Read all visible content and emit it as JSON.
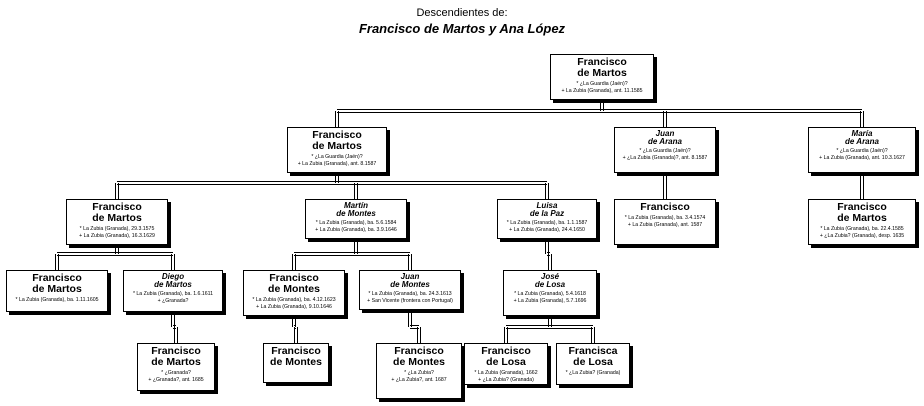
{
  "title": {
    "line1": "Descendientes de:",
    "line2": "Francisco de Martos y Ana López"
  },
  "people": {
    "p1": {
      "n1": "Francisco",
      "n2": "de Martos",
      "d1": "* ¿La Guardia (Jaén)?",
      "d2": "+ La Zubia (Granada),  ant. 11.1585"
    },
    "p2": {
      "n1": "Francisco",
      "n2": "de Martos",
      "d1": "* ¿La Guardia (Jaén)?",
      "d2": "+ La Zubia (Granada),  ant. 8.1587"
    },
    "p3": {
      "n1": "Juan",
      "n2": "de Arana",
      "d1": "* ¿La Guardia (Jaén)?",
      "d2": "+ ¿La Zubia (Granada)?,  ant. 8.1587"
    },
    "p4": {
      "n1": "María",
      "n2": "de Arana",
      "d1": "* ¿La Guardia (Jaén)?",
      "d2": "+ La Zubia (Granada),  ant. 10.3.1627"
    },
    "p5": {
      "n1": "Francisco",
      "n2": "de Martos",
      "d1": "* La Zubia (Granada),   29.3.1575",
      "d2": "+ La Zubia (Granada),   16.3.1629"
    },
    "p6": {
      "n1": "Martín",
      "n2": "de Montes",
      "d1": "* La Zubia (Granada),   ba. 5.6.1584",
      "d2": "+ La Zubia (Granada),   ba. 3.9.1646"
    },
    "p7": {
      "n1": "Luisa",
      "n2": "de la Paz",
      "d1": "* La Zubia (Granada),   ba. 1.1.1587",
      "d2": "+ La Zubia (Granada),   24.4.1650"
    },
    "p8": {
      "n1": "Francisco",
      "n2": "",
      "d1": "* La Zubia (Granada),   ba. 3.4.1574",
      "d2": "+ La Zubia (Granada),   ant. 1587"
    },
    "p9": {
      "n1": "Francisco",
      "n2": "de Martos",
      "d1": "* La Zubia (Granada),   ba. 22.4.1585",
      "d2": "+ ¿La Zubia? (Granada),   desp. 1635"
    },
    "p10": {
      "n1": "Francisco",
      "n2": "de Martos",
      "d1": "* La Zubia (Granada),   ba. 1.11.1605",
      "d2": ""
    },
    "p11": {
      "n1": "Diego",
      "n2": "de Martos",
      "d1": "* La Zubia (Granada),   ba. 1.6.1611",
      "d2": "+ ¿Granada?"
    },
    "p12": {
      "n1": "Francisco",
      "n2": "de Montes",
      "d1": "* La Zubia (Granada),   ba. 4.12.1623",
      "d2": "+ La Zubia (Granada),   9.10.1646"
    },
    "p13": {
      "n1": "Juan",
      "n2": "de Montes",
      "d1": "* La Zubia (Granada),   ba. 24.3.1613",
      "d2": "+ San Vicente (frontera con Portugal)"
    },
    "p14": {
      "n1": "José",
      "n2": "de Losa",
      "d1": "* La Zubia (Granada),   5.4.1618",
      "d2": "+ La Zubia (Granada),   5.7.1696"
    },
    "p15": {
      "n1": "Francisco",
      "n2": "de Martos",
      "d1": "* ¿Granada?",
      "d2": "+ ¿Granada?,  ant. 1685"
    },
    "p16": {
      "n1": "Francisco",
      "n2": "de Montes",
      "d1": "",
      "d2": ""
    },
    "p17": {
      "n1": "Francisco",
      "n2": "de Montes",
      "d1": "* ¿La Zubia?",
      "d2": "+ ¿La Zubia?,  ant. 1687"
    },
    "p18": {
      "n1": "Francisco",
      "n2": "de Losa",
      "d1": "* La Zubia (Granada),   1662",
      "d2": "+ ¿La Zubia? (Granada)"
    },
    "p19": {
      "n1": "Francisca",
      "n2": "de Losa",
      "d1": "* ¿La Zubia? (Granada)",
      "d2": ""
    }
  }
}
